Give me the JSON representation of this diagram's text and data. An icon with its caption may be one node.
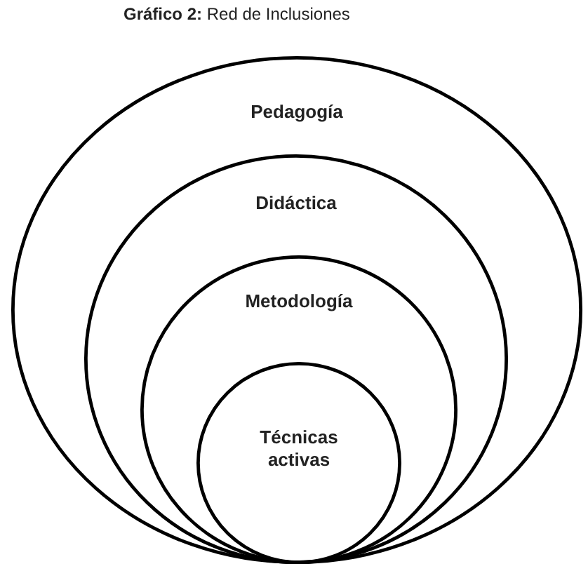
{
  "diagram": {
    "title": "**Gráfico 2:** Red de Inclusiones",
    "nodes": [
      {
        "text": [
          "Pedagogía"
        ]
      },
      {
        "text": [
          "Didáctica"
        ],
        "in": 0
      },
      {
        "text": [
          "Metodología"
        ],
        "in": 1
      },
      {
        "text": [
          "Técnicas activas"
        ],
        "in": 2
      }
    ]
  }
}
